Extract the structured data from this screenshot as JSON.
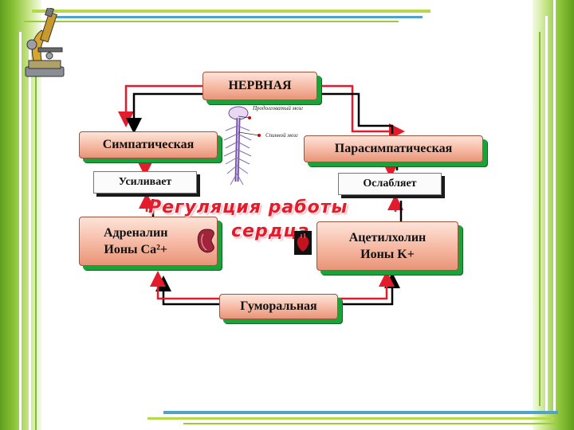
{
  "diagram": {
    "nervous": "НЕРВНАЯ",
    "sympathetic": "Симпатическая",
    "parasympathetic": "Парасимпатическая",
    "increases": "Усиливает",
    "weakens": "Ослабляет",
    "adrenaline_line1": "Адреналин",
    "adrenaline_line2": "Ионы Ca²+",
    "acetylcholine_line1": "Ацетилхолин",
    "acetylcholine_line2": "Ионы K+",
    "humoral": "Гуморальная",
    "title_line1": "Регуляция работы",
    "title_line2": "сердца",
    "spine_label_brain": "Продолговатый мозг",
    "spine_label_cord": "Спинной мозг"
  },
  "colors": {
    "frame_green": "#8cc53a",
    "box_shadow": "#19a43a",
    "arrow_red": "#e31b2b",
    "arrow_black": "#000000",
    "title_red": "#e31b2b"
  },
  "icons": [
    "microscope-icon",
    "kidney-icon",
    "heart-icon",
    "nervous-system-icon"
  ]
}
